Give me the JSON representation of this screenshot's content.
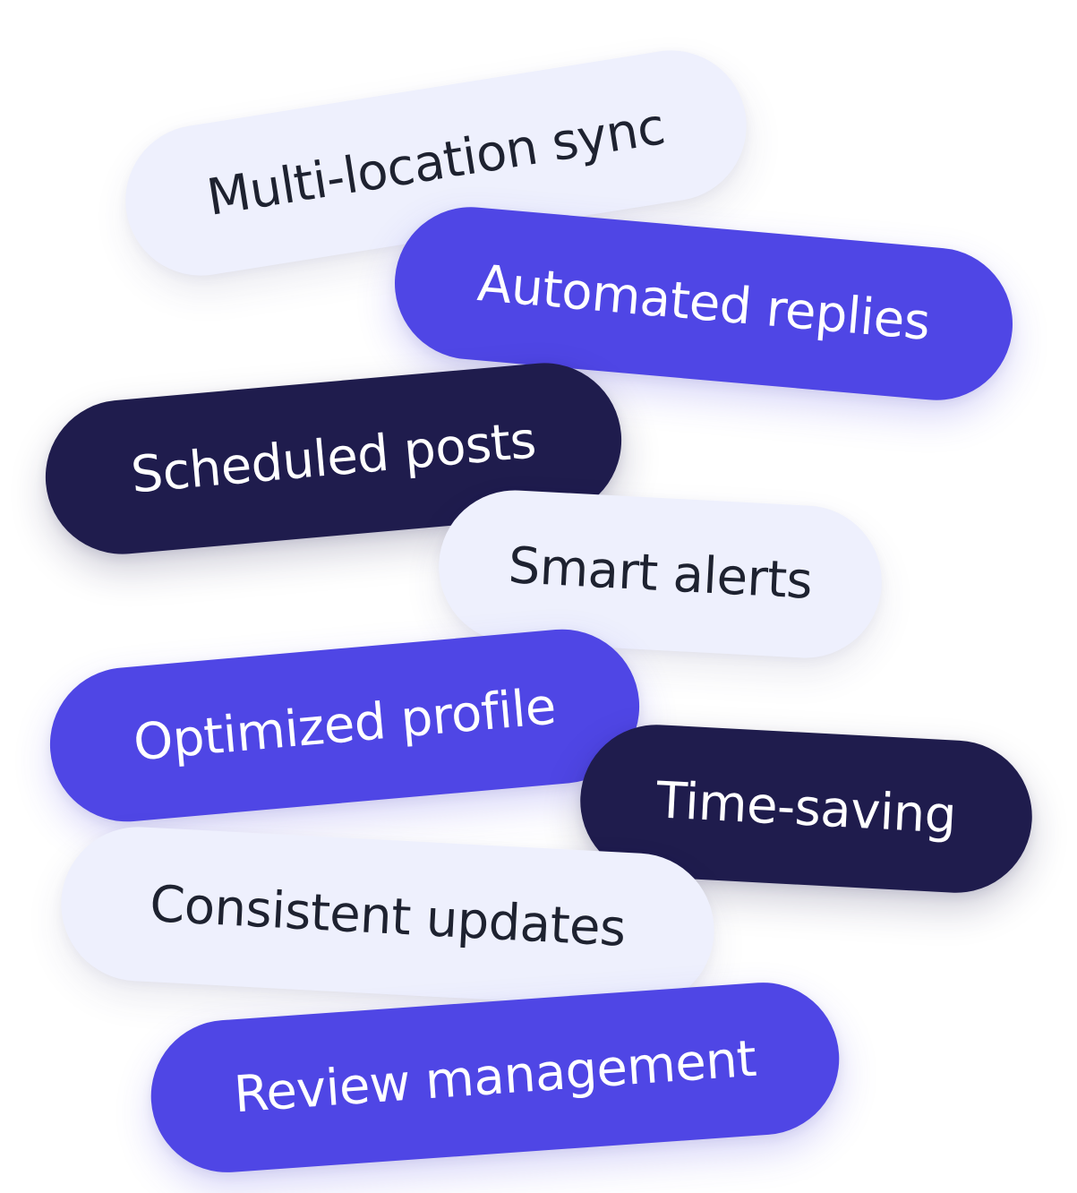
{
  "tags": [
    {
      "label": "Multi-location sync",
      "style": "light"
    },
    {
      "label": "Automated replies",
      "style": "accent"
    },
    {
      "label": "Scheduled posts",
      "style": "dark"
    },
    {
      "label": "Smart alerts",
      "style": "light"
    },
    {
      "label": "Optimized profile",
      "style": "accent"
    },
    {
      "label": "Time-saving",
      "style": "dark"
    },
    {
      "label": "Consistent updates",
      "style": "light"
    },
    {
      "label": "Review management",
      "style": "accent"
    }
  ],
  "colors": {
    "light_background": "#eef0fd",
    "light_text": "#1e2230",
    "accent_background": "#4f46e5",
    "accent_text": "#ffffff",
    "dark_background": "#1f1c4d",
    "dark_text": "#ffffff"
  }
}
